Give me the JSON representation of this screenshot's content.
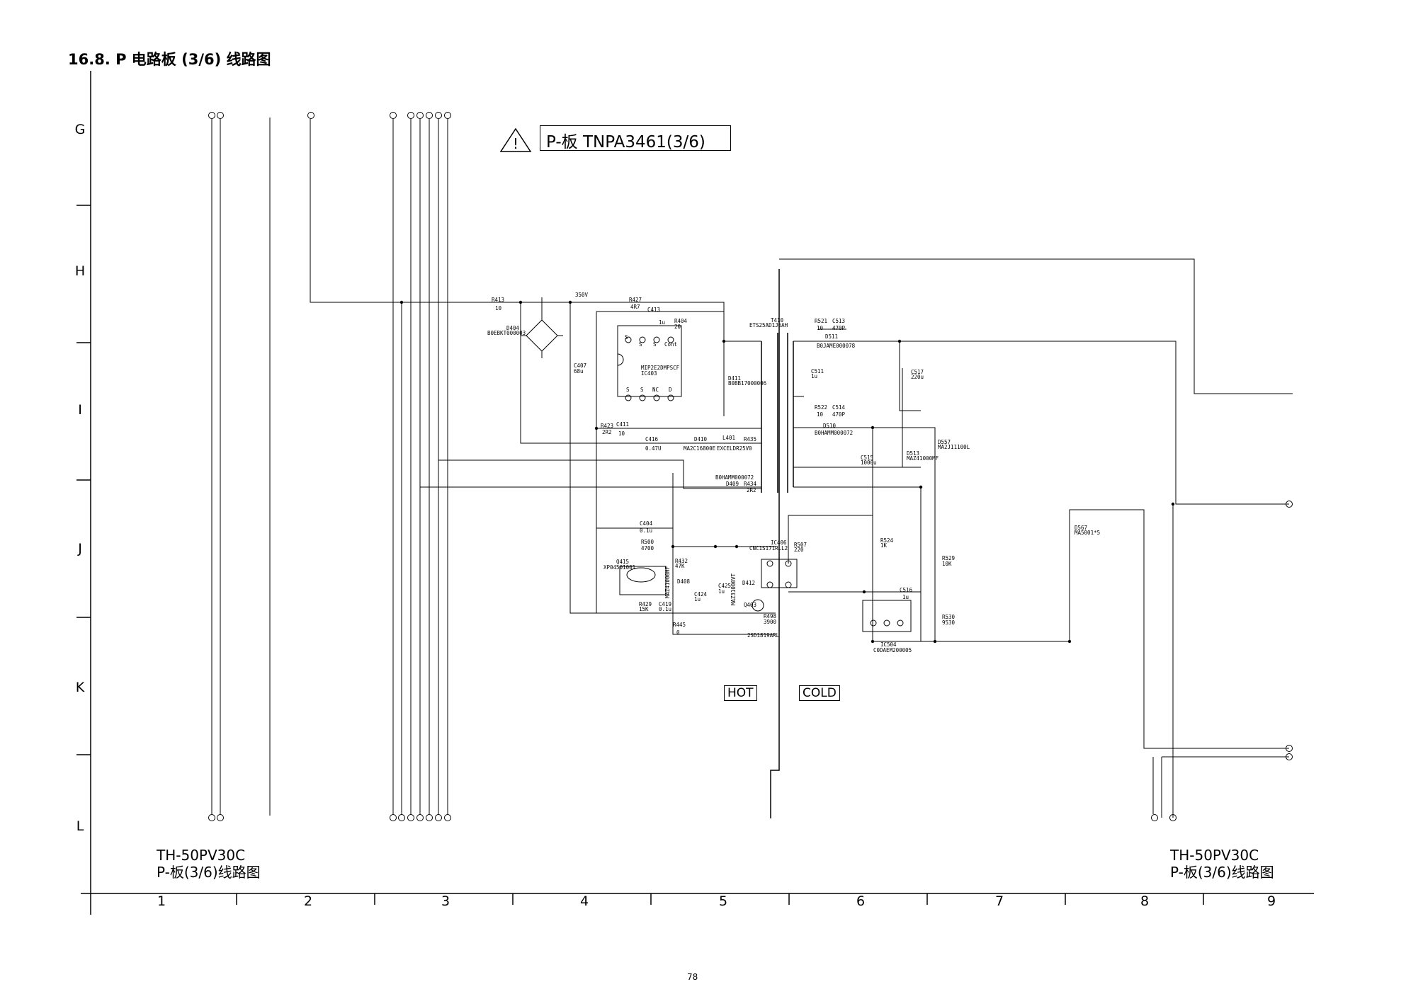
{
  "heading": "16.8. P 电路板 (3/6) 线路图",
  "board_title": "P-板 TNPA3461(3/6)",
  "row_labels": [
    "G",
    "H",
    "I",
    "J",
    "K",
    "L"
  ],
  "col_labels": [
    "1",
    "2",
    "3",
    "4",
    "5",
    "6",
    "7",
    "8",
    "9"
  ],
  "model_left": {
    "line1": "TH-50PV30C",
    "line2": "P-板(3/6)线路图"
  },
  "model_right": {
    "line1": "TH-50PV30C",
    "line2": "P-板(3/6)线路图"
  },
  "zone_hot": "HOT",
  "zone_cold": "COLD",
  "page_number": "78",
  "components": {
    "r413": "R413",
    "r413_val": "10",
    "d404": "D404",
    "d404_pn": "B0EBKT000003",
    "v350": "350V",
    "c407": "C407",
    "c407_val": "68u",
    "r427": "R427",
    "r427_val": "4R7",
    "c413": "C413",
    "c413_val": "1u",
    "r404": "R404",
    "r404_val": "20",
    "ic403_pn": "MIP2E2DMPSCF",
    "ic403": "IC403",
    "d411": "D411",
    "d411_pn": "B0BB17000006",
    "t410": "T410",
    "t410_pn": "ETS25AD1J6AH",
    "r521": "R521",
    "r521_val": "10",
    "c513": "C513",
    "c513_val": "470P",
    "d511": "D511",
    "d511_pn": "B0JAME000078",
    "c511": "C511",
    "c511_val": "1u",
    "c517": "C517",
    "c517_val": "220u",
    "r522": "R522",
    "r522_val": "10",
    "c514": "C514",
    "c514_val": "470P",
    "d510": "D510",
    "d510_pn": "B0HAMM000072",
    "r423": "R423",
    "r423_val": "2R2",
    "c411": "C411",
    "c411_val": "10",
    "c416": "C416",
    "c416_val": "0.47U",
    "d410": "D410",
    "d410_pn": "MA2C16800E",
    "l401": "L401",
    "l401_pn": "EXCELDR25V",
    "r435": "R435",
    "r435_val": "0",
    "c515": "C515",
    "c515_val": "1000u",
    "d513": "D513",
    "d513_pn": "MAZ41000MF",
    "d557": "D557",
    "d557_pn": "MA2J11100L",
    "d409_pn": "B0HAMM000072",
    "d409": "D409",
    "r434": "R434",
    "r434_val": "2R2",
    "c404": "C404",
    "c404_val": "0.1u",
    "r500": "R500",
    "r500_val": "4700",
    "q415": "Q415",
    "q415_pn": "XP04501001",
    "r432": "R432",
    "r432_val": "47K",
    "d408": "D408",
    "ma_zener": "MAZ41000HF",
    "c424": "C424",
    "c424_val": "1u",
    "r429": "R429",
    "r429_val": "15K",
    "c419": "C419",
    "c419_val": "0.1u",
    "c425": "C425",
    "c425_val": "1u",
    "d412": "D412",
    "d412_pn": "MAZ31000VT",
    "q403": "Q403",
    "r498": "R498",
    "r498_val": "3900",
    "q403_pn": "2SD1819ARL",
    "r445": "R445",
    "r445_val": "0",
    "ic406": "IC406",
    "ic406_pn": "CNC1S171RLL2",
    "r507": "R507",
    "r507_val": "220",
    "r524": "R524",
    "r524_val": "1K",
    "r529": "R529",
    "r529_val": "10K",
    "c516": "C516",
    "c516_val": "1u",
    "r530": "R530",
    "r530_val": "9530",
    "ic504": "IC504",
    "ic504_pn": "C0DAEM200005",
    "d567": "D567",
    "d567_pn": "MA5001*5",
    "pin_s": "S",
    "pin_nc": "NC",
    "pin_d": "D",
    "pin_cont": "Cont"
  }
}
